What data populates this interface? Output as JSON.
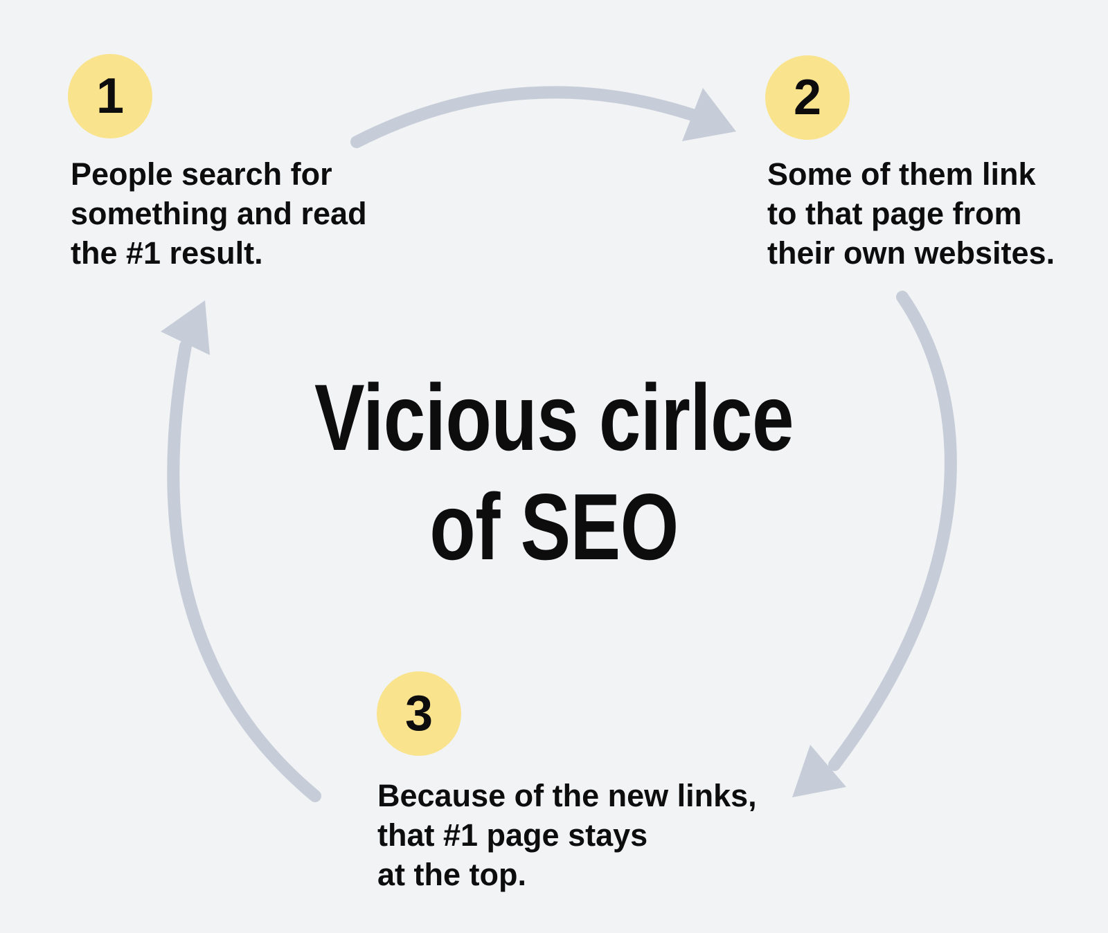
{
  "title": {
    "line1": "Vicious cirlce",
    "line2": "of SEO"
  },
  "steps": [
    {
      "number": "1",
      "lines": [
        "People search for",
        "something and read",
        "the #1 result."
      ]
    },
    {
      "number": "2",
      "lines": [
        "Some of them link",
        "to that page from",
        "their own websites."
      ]
    },
    {
      "number": "3",
      "lines": [
        "Because of the new links,",
        "that #1 page stays",
        "at the top."
      ]
    }
  ],
  "arrows": [
    {
      "name": "arrow-1-to-2",
      "from_step": "1",
      "to_step": "2"
    },
    {
      "name": "arrow-2-to-3",
      "from_step": "2",
      "to_step": "3"
    },
    {
      "name": "arrow-3-to-1",
      "from_step": "3",
      "to_step": "1"
    }
  ],
  "colors": {
    "background": "#F1F3F5",
    "step_badge": "#FAE38D",
    "arrow": "#C7CDD8",
    "text": "#0D0D0E"
  }
}
